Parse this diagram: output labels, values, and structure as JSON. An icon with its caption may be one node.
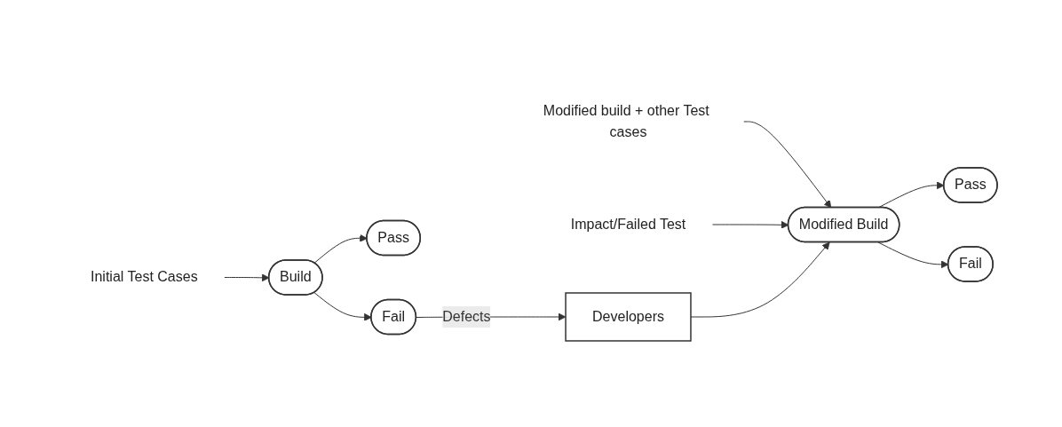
{
  "diagram": {
    "nodes": [
      {
        "text": [
          "Initial Test Cases"
        ]
      },
      {
        "text": [
          "Modified build + other Test cases"
        ]
      },
      {
        "text": [
          "Build"
        ]
      },
      {
        "text": [
          "Impact/Failed Test"
        ]
      },
      {
        "text": [
          "Modified Build"
        ]
      },
      {
        "text": [
          "Pass"
        ]
      },
      {
        "text": [
          "Fail"
        ]
      },
      {
        "text": [
          "Pass"
        ]
      },
      {
        "text": [
          "Fail"
        ]
      },
      {
        "text": [
          "Developers"
        ]
      }
    ],
    "edges": [
      {
        "from": 0,
        "to": 2,
        "arrow": "to"
      },
      {
        "from": 1,
        "to": 4,
        "arrow": "to"
      },
      {
        "from": 3,
        "to": 4,
        "arrow": "to"
      },
      {
        "from": 4,
        "to": 5,
        "arrow": "to"
      },
      {
        "from": 4,
        "to": 6,
        "arrow": "to"
      },
      {
        "from": 2,
        "to": 7,
        "arrow": "to"
      },
      {
        "from": 2,
        "to": 8,
        "arrow": "to"
      },
      {
        "from": 8,
        "to": 9,
        "label": "Defects",
        "arrow": "to"
      },
      {
        "from": 9,
        "to": 4,
        "arrow": "to"
      }
    ]
  }
}
